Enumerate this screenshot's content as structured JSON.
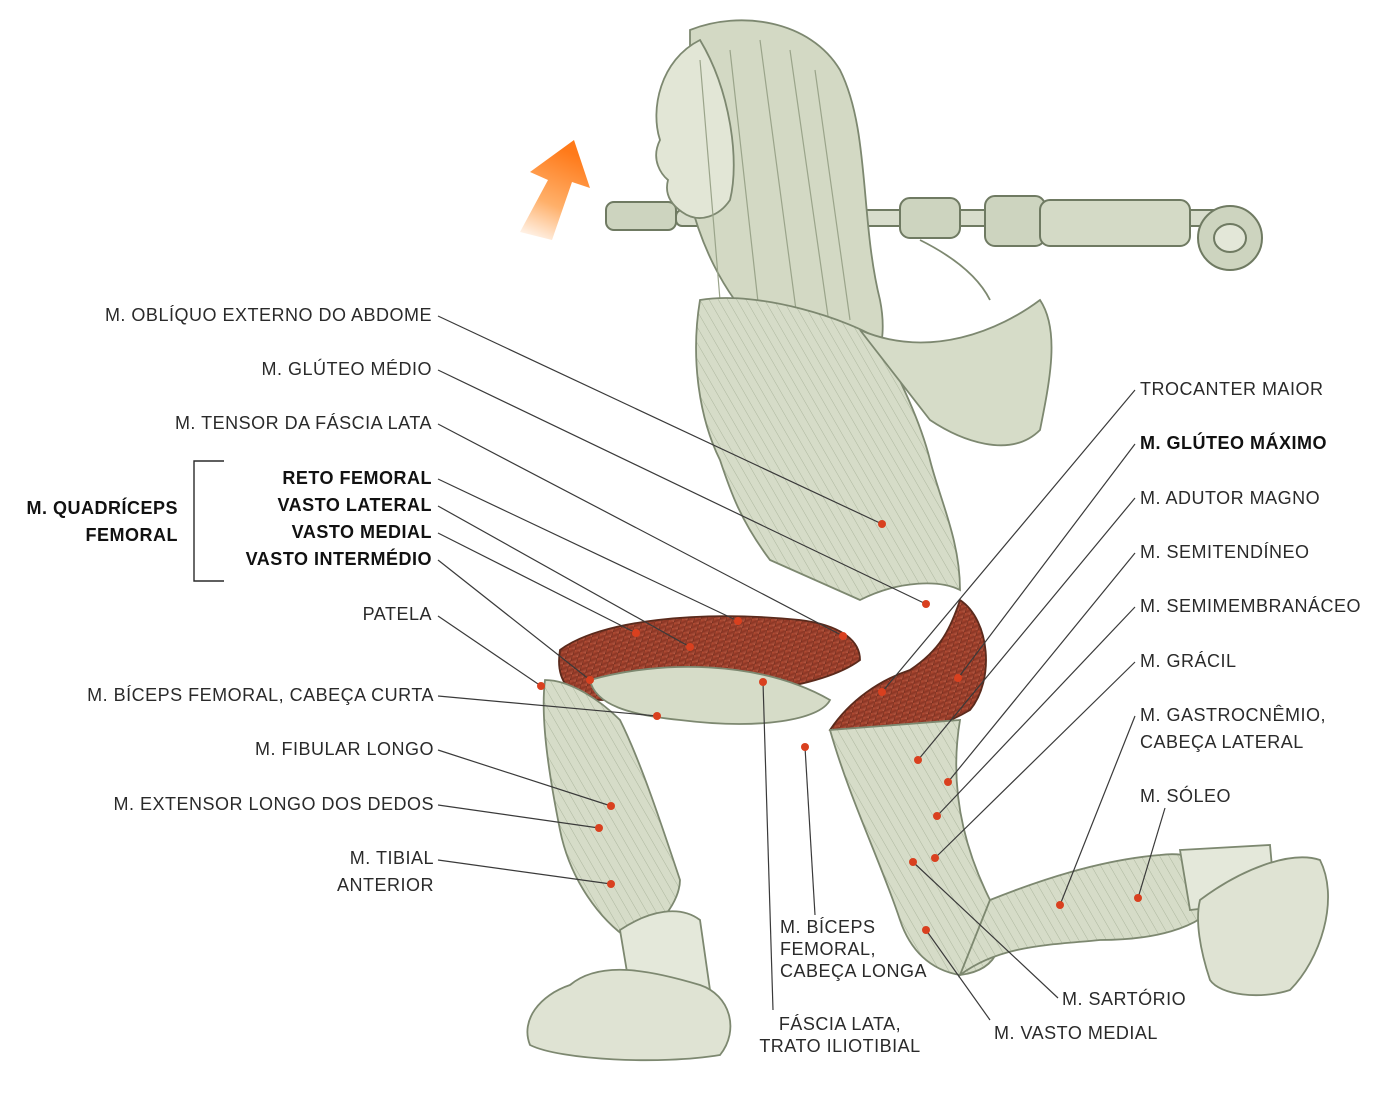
{
  "colors": {
    "ink": "#2a2a2a",
    "muscle_red": "#b8442e",
    "muscle_dark": "#5a2a1c",
    "marker": "#d9401f",
    "skin_green": "#cfd6c0",
    "arrow": "#ff8a2a"
  },
  "icons": {
    "direction": "arrow-up-icon"
  },
  "labels_left": {
    "obliquo": "M. OBLÍQUO EXTERNO DO ABDOME",
    "gluteo_medio": "M. GLÚTEO MÉDIO",
    "tensor": "M. TENSOR DA FÁSCIA LATA",
    "quadriceps_line1": "M. QUADRÍCEPS",
    "quadriceps_line2": "FEMORAL",
    "reto_femoral": "RETO FEMORAL",
    "vasto_lateral": "VASTO LATERAL",
    "vasto_medial": "VASTO MEDIAL",
    "vasto_intermedio": "VASTO INTERMÉDIO",
    "patela": "PATELA",
    "biceps_curta": "M. BÍCEPS FEMORAL, CABEÇA CURTA",
    "fibular": "M. FIBULAR LONGO",
    "extensor": "M. EXTENSOR LONGO DOS DEDOS",
    "tibial_line1": "M. TIBIAL",
    "tibial_line2": "ANTERIOR"
  },
  "labels_right": {
    "trocanter": "TROCANTER MAIOR",
    "gluteo_maximo": "M. GLÚTEO MÁXIMO",
    "adutor": "M. ADUTOR MAGNO",
    "semitendineo": "M. SEMITENDÍNEO",
    "semimembranaceo": "M. SEMIMEMBRANÁCEO",
    "gracil": "M. GRÁCIL",
    "gastrocnemio_line1": "M. GASTROCNÊMIO,",
    "gastrocnemio_line2": "CABEÇA LATERAL",
    "soleo": "M. SÓLEO"
  },
  "labels_bottom": {
    "biceps_longa_line1": "M. BÍCEPS",
    "biceps_longa_line2": "FEMORAL,",
    "biceps_longa_line3": "CABEÇA LONGA",
    "fascia_line1": "FÁSCIA LATA,",
    "fascia_line2": "TRATO ILIOTIBIAL",
    "sartorio": "M. SARTÓRIO",
    "vasto_medial_bottom": "M. VASTO MEDIAL"
  }
}
